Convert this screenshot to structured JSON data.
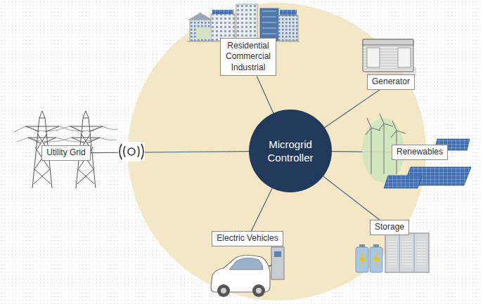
{
  "diagram": {
    "nodes": [
      {
        "text": [
          "Residential Commercial Industrial"
        ]
      },
      {
        "text": [
          "Generator"
        ]
      },
      {
        "text": [
          "Utility Grid"
        ]
      },
      {
        "text": [
          "Microgrid Controller"
        ]
      },
      {
        "text": [
          "Renewables"
        ]
      },
      {
        "text": [
          "Electric Vehicles"
        ]
      },
      {
        "text": [
          "Storage"
        ]
      }
    ],
    "edges": [
      {
        "from": 3,
        "to": 0,
        "arrow": "none"
      },
      {
        "from": 3,
        "to": 1,
        "arrow": "none"
      },
      {
        "from": 3,
        "to": 2,
        "arrow": "none"
      },
      {
        "from": 3,
        "to": 4,
        "arrow": "none"
      },
      {
        "from": 3,
        "to": 5,
        "arrow": "none"
      },
      {
        "from": 3,
        "to": 6,
        "arrow": "none"
      }
    ]
  }
}
